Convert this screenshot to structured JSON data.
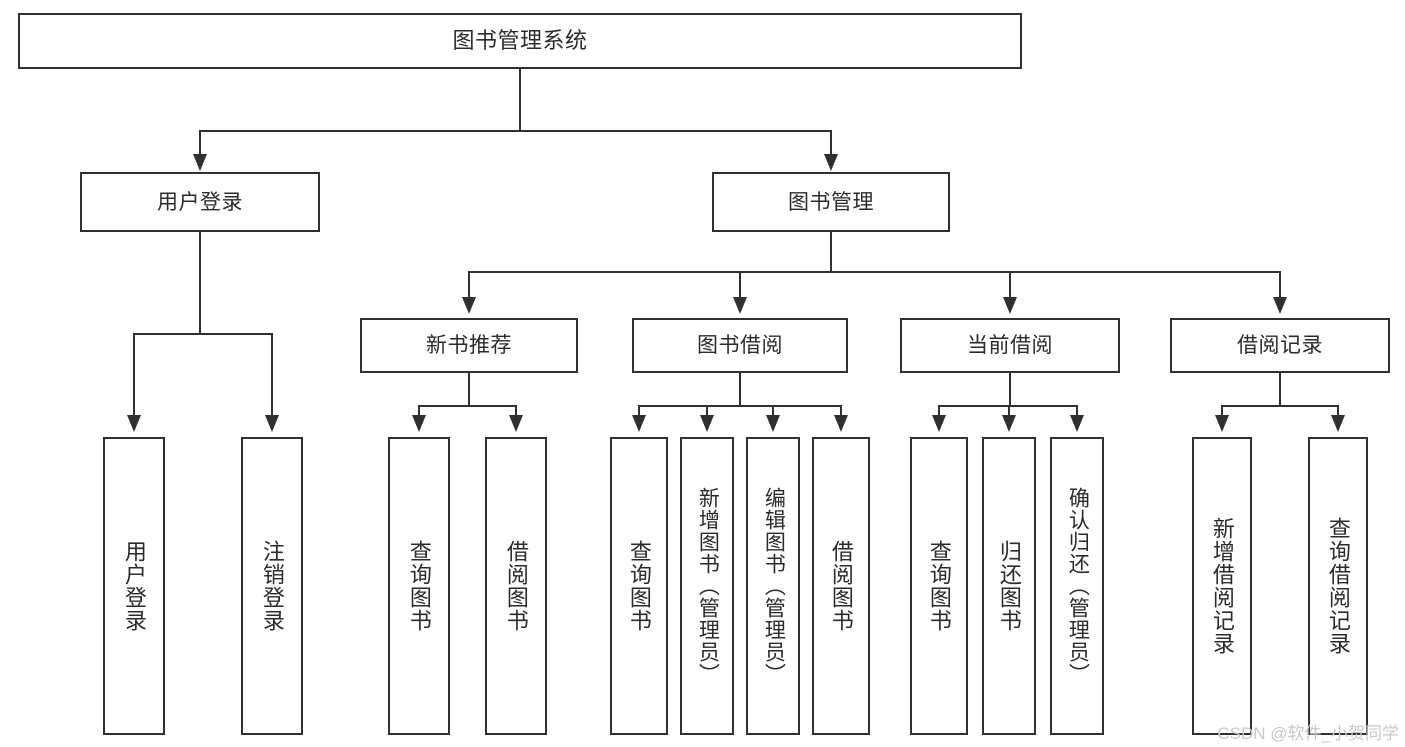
{
  "diagram": {
    "title": "图书管理系统",
    "type": "tree-hierarchy-chart",
    "stroke_color": "#30302f",
    "fill_color": "#ffffff",
    "text_color": "#2b2b2b"
  },
  "nodes": {
    "root": {
      "label": "图书管理系统"
    },
    "level2": [
      {
        "label": "用户登录"
      },
      {
        "label": "图书管理"
      }
    ],
    "level3": [
      {
        "label": "新书推荐"
      },
      {
        "label": "图书借阅"
      },
      {
        "label": "当前借阅"
      },
      {
        "label": "借阅记录"
      }
    ],
    "leaves": {
      "user_login": [
        {
          "label": "用户登录"
        },
        {
          "label": "注销登录"
        }
      ],
      "new_book_recommend": [
        {
          "label": "查询图书"
        },
        {
          "label": "借阅图书"
        }
      ],
      "book_borrow": [
        {
          "label": "查询图书"
        },
        {
          "label": "新增图书（管理员）"
        },
        {
          "label": "编辑图书（管理员）"
        },
        {
          "label": "借阅图书"
        }
      ],
      "current_borrow": [
        {
          "label": "查询图书"
        },
        {
          "label": "归还图书"
        },
        {
          "label": "确认归还（管理员）"
        }
      ],
      "borrow_record": [
        {
          "label": "新增借阅记录"
        },
        {
          "label": "查询借阅记录"
        }
      ]
    }
  },
  "watermark": {
    "text": "CSDN @软件_小贺同学"
  }
}
